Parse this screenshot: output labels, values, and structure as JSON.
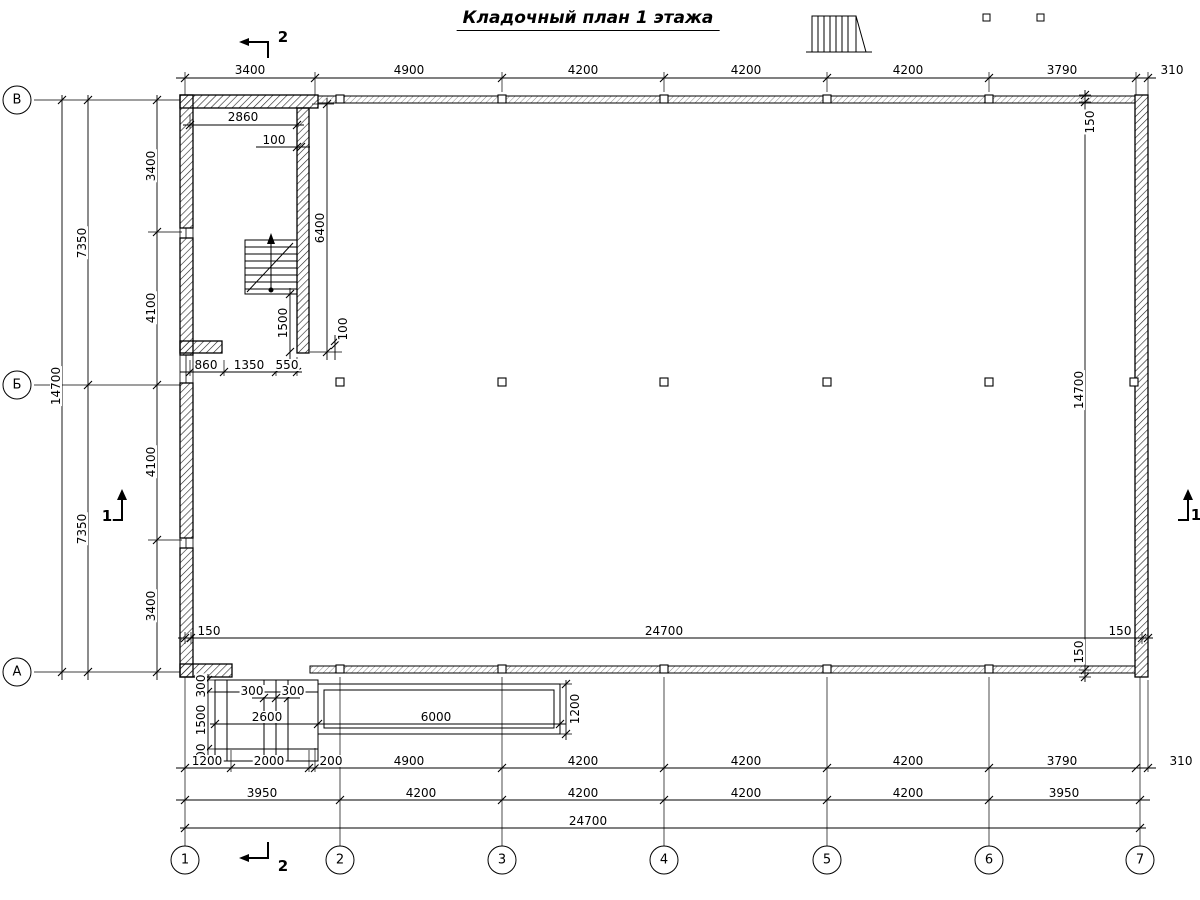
{
  "title": "Кладочный план 1 этажа",
  "axis_letters": [
    "В",
    "Б",
    "А"
  ],
  "axis_numbers": [
    "1",
    "2",
    "3",
    "4",
    "5",
    "6",
    "7"
  ],
  "dims_top": [
    "3400",
    "4900",
    "4200",
    "4200",
    "4200",
    "3790",
    "310"
  ],
  "dims_left_total": "14700",
  "dims_left_halves": [
    "7350",
    "7350"
  ],
  "dims_left_segments": [
    "3400",
    "4100",
    "4100",
    "3400"
  ],
  "dims_right": [
    "150",
    "14700",
    "150"
  ],
  "dims_inner_bottom": [
    "150",
    "24700",
    "150"
  ],
  "dims_stair": {
    "width": "2860",
    "wall_top": "100",
    "depth": "6400",
    "flight": "1500",
    "wall_bottom": "100",
    "chain": [
      "860",
      "1350",
      "550"
    ]
  },
  "dims_porch": {
    "steps": [
      "300",
      "300"
    ],
    "width": "2600",
    "platform_width": "6000",
    "platform_depth": "1200",
    "side": [
      "300",
      "1500",
      "300"
    ]
  },
  "dims_bottom_row1": [
    "1200",
    "2000",
    "200",
    "4900",
    "4200",
    "4200",
    "4200",
    "3790",
    "310"
  ],
  "dims_bottom_row2": [
    "3950",
    "4200",
    "4200",
    "4200",
    "4200",
    "3950"
  ],
  "dims_bottom_total": "24700",
  "section_marks": {
    "s1": "1",
    "s2": "2"
  }
}
